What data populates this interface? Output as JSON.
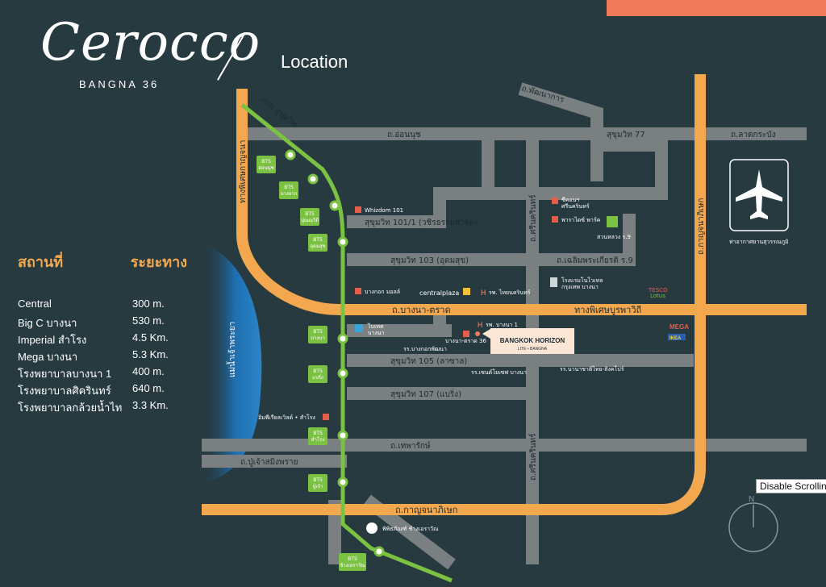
{
  "brand": {
    "name": "Cerocco",
    "sub": "BANGNA 36"
  },
  "page_title": "Location",
  "distance_table": {
    "header_place": "สถานที่",
    "header_distance": "ระยะทาง",
    "rows": [
      {
        "name": "Central",
        "distance": "300 m."
      },
      {
        "name": "Big C บางนา",
        "distance": "530 m."
      },
      {
        "name": "Imperial สำโรง",
        "distance": "4.5 Km."
      },
      {
        "name": "Mega บางนา",
        "distance": "5.3 Km."
      },
      {
        "name": "โรงพยาบาลบางนา 1",
        "distance": "400 m."
      },
      {
        "name": "โรงพยาบาลศิครินทร์",
        "distance": "640 m."
      },
      {
        "name": "โรงพยาบาลกล้วยน้ำไท",
        "distance": "3.3 Km."
      }
    ]
  },
  "map": {
    "roads": {
      "phatthanakan": "ถ.พัฒนาการ",
      "on_nut": "ถ.อ่อนนุช",
      "sukhumvit77": "สุขุมวิท 77",
      "lat_krabang": "ถ.ลาดกระบัง",
      "sukhumvit_road": "ถนน สุขุมวิท",
      "kanchanaphisek_left": "ทางพิเศษกาญจนา",
      "sukhumvit101_1": "สุขุมวิท 101/1 (วชิรธรรมสาธิต)",
      "sukhumvit103": "สุขุมวิท 103 (อุดมสุข)",
      "chaloem_phrakiat": "ถ.เฉลิมพระเกียรติ ร.9",
      "srinakarin_top": "ถ.ศรีนครินทร์",
      "srinakarin_bottom": "ถ.ศรีนครินทร์",
      "kanchanaphisek_right": "ถ.กาญจนาภิเษก",
      "bangna_trad": "ถ.บางนา-ตราด",
      "burapha_withi": "ทางพิเศษบูรพาวิถี",
      "sukhumvit105": "สุขุมวิท 105 (ลาซาล)",
      "sukhumvit107": "สุขุมวิท 107 (แบริ่ง)",
      "thepharak": "ถ.เทพารักษ์",
      "pu_chao": "ถ.ปู่เจ้าสมิงพราย",
      "kanchanaphisek_bottom": "ถ.กาญจนาภิเษก",
      "chao_phraya": "แม่น้ำเจ้าพระยา"
    },
    "bts": [
      {
        "line1": "BTS",
        "line2": "อ่อนนุช"
      },
      {
        "line1": "BTS",
        "line2": "บางจาก"
      },
      {
        "line1": "BTS",
        "line2": "ปุณณวิถี"
      },
      {
        "line1": "BTS",
        "line2": "อุดมสุข"
      },
      {
        "line1": "BTS",
        "line2": "บางนา"
      },
      {
        "line1": "BTS",
        "line2": "แบริ่ง"
      },
      {
        "line1": "BTS",
        "line2": "สำโรง"
      },
      {
        "line1": "BTS",
        "line2": "ปู่เจ้า"
      },
      {
        "line1": "BTS",
        "line2": "ช้างเอราวัณ"
      }
    ],
    "pois": {
      "whizdom": "Whizdom 101",
      "seacon": "ซีคอนฯ",
      "seacon2": "ศรีนครินทร์",
      "paradise": "พาราไดซ์ พาร์ค",
      "rama9_park": "สวนหลวง ร.9",
      "bangna_mall": "บางกอก มอลล์",
      "central": "centralplaza",
      "thainakarin": "รพ. ไทยนครินทร์",
      "hotel1": "โรงแรมโนโวเทล",
      "hotel2": "กรุงเทพ บางนา",
      "bitec1": "ไบเทค",
      "bitec2": "บางนา",
      "hospital_bangna": "รพ. บางนา 1",
      "school1": "รร.บางกอกพัฒนา",
      "project_small": "บางนา-ตราด 36",
      "school2": "รร.เซนต์โยเซฟ บางนา",
      "school3": "รร.นานาชาติไทย-สิงคโปร์",
      "imperial": "อิมพีเรียลเวิลด์ • สำโรง",
      "museum": "พิพิธภัณฑ์ ช้างเอราวัณ",
      "airport": "ท่าอากาศยานสุวรรณภูมิ",
      "mega": "MEGA",
      "ikea": "IKEA",
      "tesco1": "TESCO",
      "tesco2": "Lotus"
    },
    "project_label": {
      "name": "BANGKOK HORIZON",
      "sub": "LITE • BANGNA"
    },
    "compass": "N"
  },
  "tooltip": "Disable Scrolling",
  "colors": {
    "background": "#263a40",
    "road_gray": "#7a7f81",
    "expressway": "#f3a850",
    "bts_line": "#7cc242",
    "bts_box": "#7cc242",
    "river": "#1f6fb0",
    "accent": "#f07a5a"
  }
}
